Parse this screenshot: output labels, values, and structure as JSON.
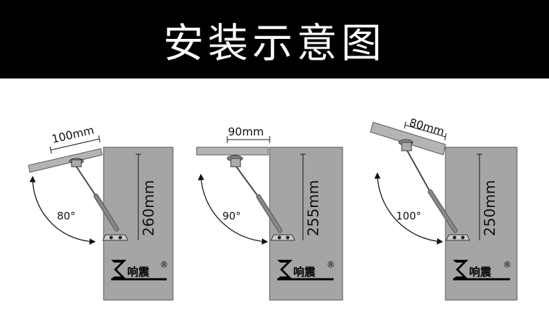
{
  "banner": {
    "title": "安装示意图"
  },
  "colors": {
    "cabinet": "#a5a5a5",
    "door": "#b4b4b4",
    "banner": "#000000"
  },
  "panels": [
    {
      "width_label": "100mm",
      "angle_label": "80°",
      "height_label": "260mm",
      "brand": "响震",
      "reg": "®"
    },
    {
      "width_label": "90mm",
      "angle_label": "90°",
      "height_label": "255mm",
      "brand": "响震",
      "reg": "®"
    },
    {
      "width_label": "80mm",
      "angle_label": "100°",
      "height_label": "250mm",
      "brand": "响震",
      "reg": "®"
    }
  ]
}
